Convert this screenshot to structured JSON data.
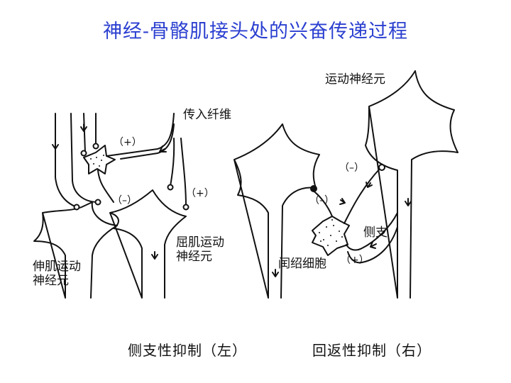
{
  "title": "神经-骨骼肌接头处的兴奋传递过程",
  "left_diagram": {
    "afferent_label": "传入纤维",
    "flexor_label_line1": "屈肌运动",
    "flexor_label_line2": "神经元",
    "extensor_label_line1": "伸肌运动",
    "extensor_label_line2": "神经元",
    "sign_excitatory_top": "（+）",
    "sign_excitatory_right": "（+）",
    "sign_inhibitory": "（–）",
    "caption": "侧支性抑制（左）"
  },
  "right_diagram": {
    "motor_neuron_label": "运动神经元",
    "collateral_label": "侧支",
    "renshaw_label": "闰绍细胞",
    "sign_inhibitory_top": "（–）",
    "sign_inhibitory_mid": "（–）",
    "sign_excitatory": "（+）",
    "caption": "回返性抑制（右）"
  }
}
